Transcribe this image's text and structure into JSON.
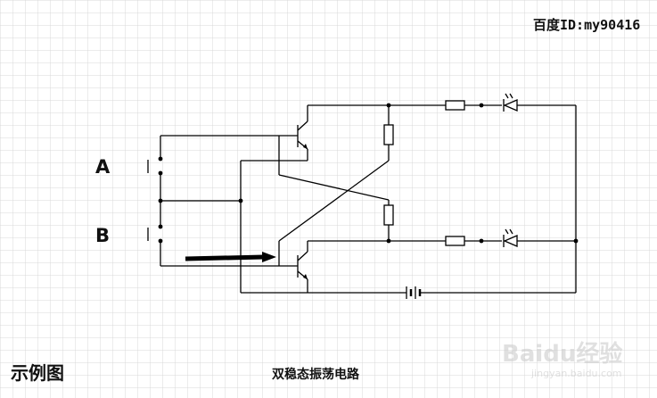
{
  "header": {
    "source_id": "百度ID:my90416"
  },
  "labels": {
    "switch_a": "A",
    "switch_b": "B"
  },
  "footer": {
    "example_label": "示例图",
    "caption": "双稳态振荡电路"
  },
  "watermark": {
    "brand": "Baidu经验",
    "url": "jingyan.baidu.com"
  },
  "colors": {
    "grid": "#d9d9d9",
    "ink": "#000000",
    "watermark": "#c8c8c8"
  }
}
